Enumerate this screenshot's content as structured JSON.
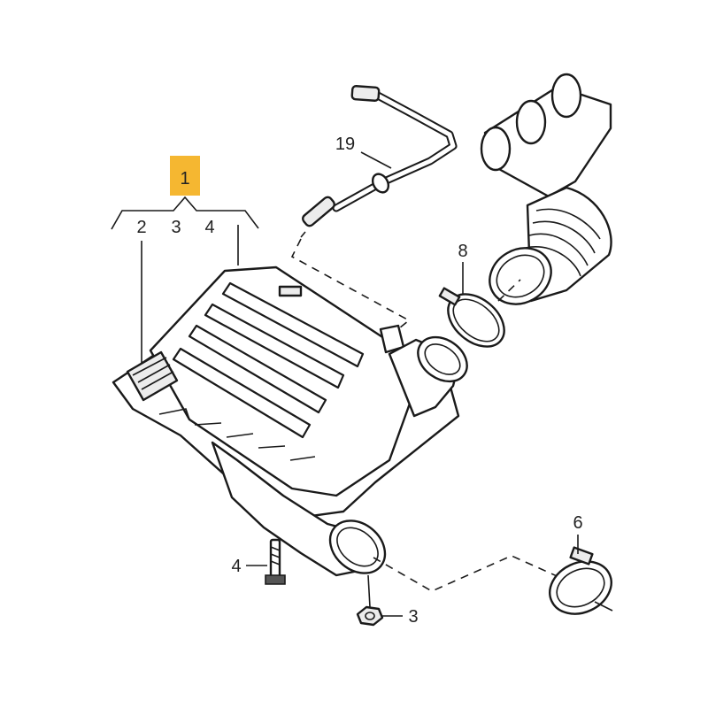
{
  "diagram": {
    "highlight_color": "#f5b731",
    "callouts": {
      "main_assembly": "1",
      "sub_2": "2",
      "sub_3": "3",
      "sub_4": "4",
      "hose": "19",
      "clamp_upper": "8",
      "clamp_lower": "6",
      "bolt": "4",
      "nut": "3"
    }
  }
}
